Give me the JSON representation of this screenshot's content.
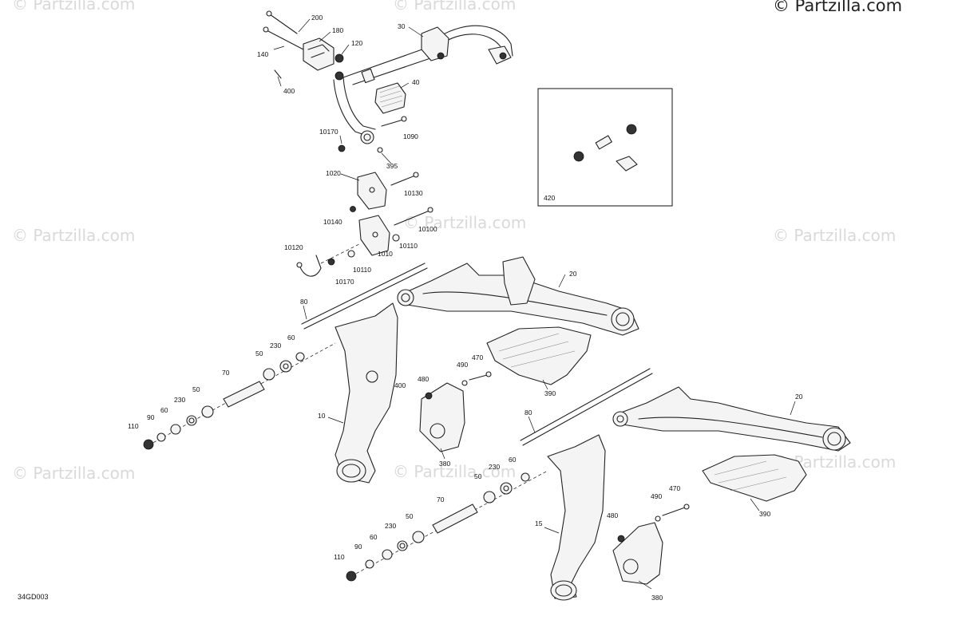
{
  "copyright": "© Partzilla.com",
  "watermark": "© Partzilla.com",
  "diagram_code": "34GD003",
  "callouts": {
    "c200": "200",
    "c180": "180",
    "c120": "120",
    "c140": "140",
    "c400a": "400",
    "c30": "30",
    "c40": "40",
    "c10170a": "10170",
    "c1090": "1090",
    "c395": "395",
    "c1020": "1020",
    "c10130": "10130",
    "c10140": "10140",
    "c10100": "10100",
    "c10110a": "10110",
    "c1010": "1010",
    "c10120": "10120",
    "c10110b": "10110",
    "c10170b": "10170",
    "c420": "420",
    "c20a": "20",
    "c80a": "80",
    "c60a": "60",
    "c230a": "230",
    "c50a": "50",
    "c70a": "70",
    "c470a": "470",
    "c490a": "490",
    "c480a": "480",
    "c390a": "390",
    "c400b": "400",
    "c50b": "50",
    "c230b": "230",
    "c60b": "60",
    "c90a": "90",
    "c110a": "110",
    "c10": "10",
    "c20b": "20",
    "c80b": "80",
    "c380a": "380",
    "c230c": "230",
    "c60c": "60",
    "c50c": "50",
    "c70b": "70",
    "c50d": "50",
    "c230d": "230",
    "c60d": "60",
    "c90b": "90",
    "c110b": "110",
    "c470b": "470",
    "c490b": "490",
    "c480b": "480",
    "c390b": "390",
    "c15": "15",
    "c380b": "380"
  }
}
